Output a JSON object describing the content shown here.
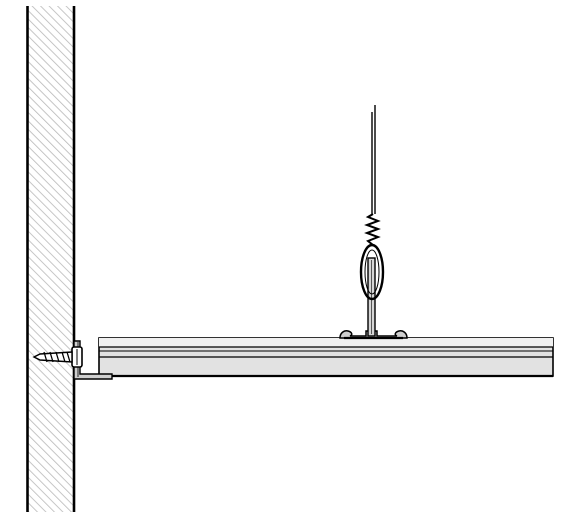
{
  "diagram": {
    "colors": {
      "line": "#000000",
      "hatch": "#b8b8b8",
      "panel_fill": "#e2e2e2",
      "panel_light": "#f0f0f0",
      "bracket_fill": "#cfcfcf",
      "background": "#ffffff"
    },
    "components": [
      {
        "name": "wall",
        "label": ""
      },
      {
        "name": "wall-angle-bracket",
        "label": ""
      },
      {
        "name": "screw",
        "label": ""
      },
      {
        "name": "ceiling-panel",
        "label": ""
      },
      {
        "name": "hanger-clip",
        "label": ""
      },
      {
        "name": "suspension-rod",
        "label": ""
      },
      {
        "name": "suspension-wire",
        "label": ""
      },
      {
        "name": "wire-spring-coil",
        "label": ""
      },
      {
        "name": "wire-toggle-anchor",
        "label": ""
      }
    ]
  }
}
